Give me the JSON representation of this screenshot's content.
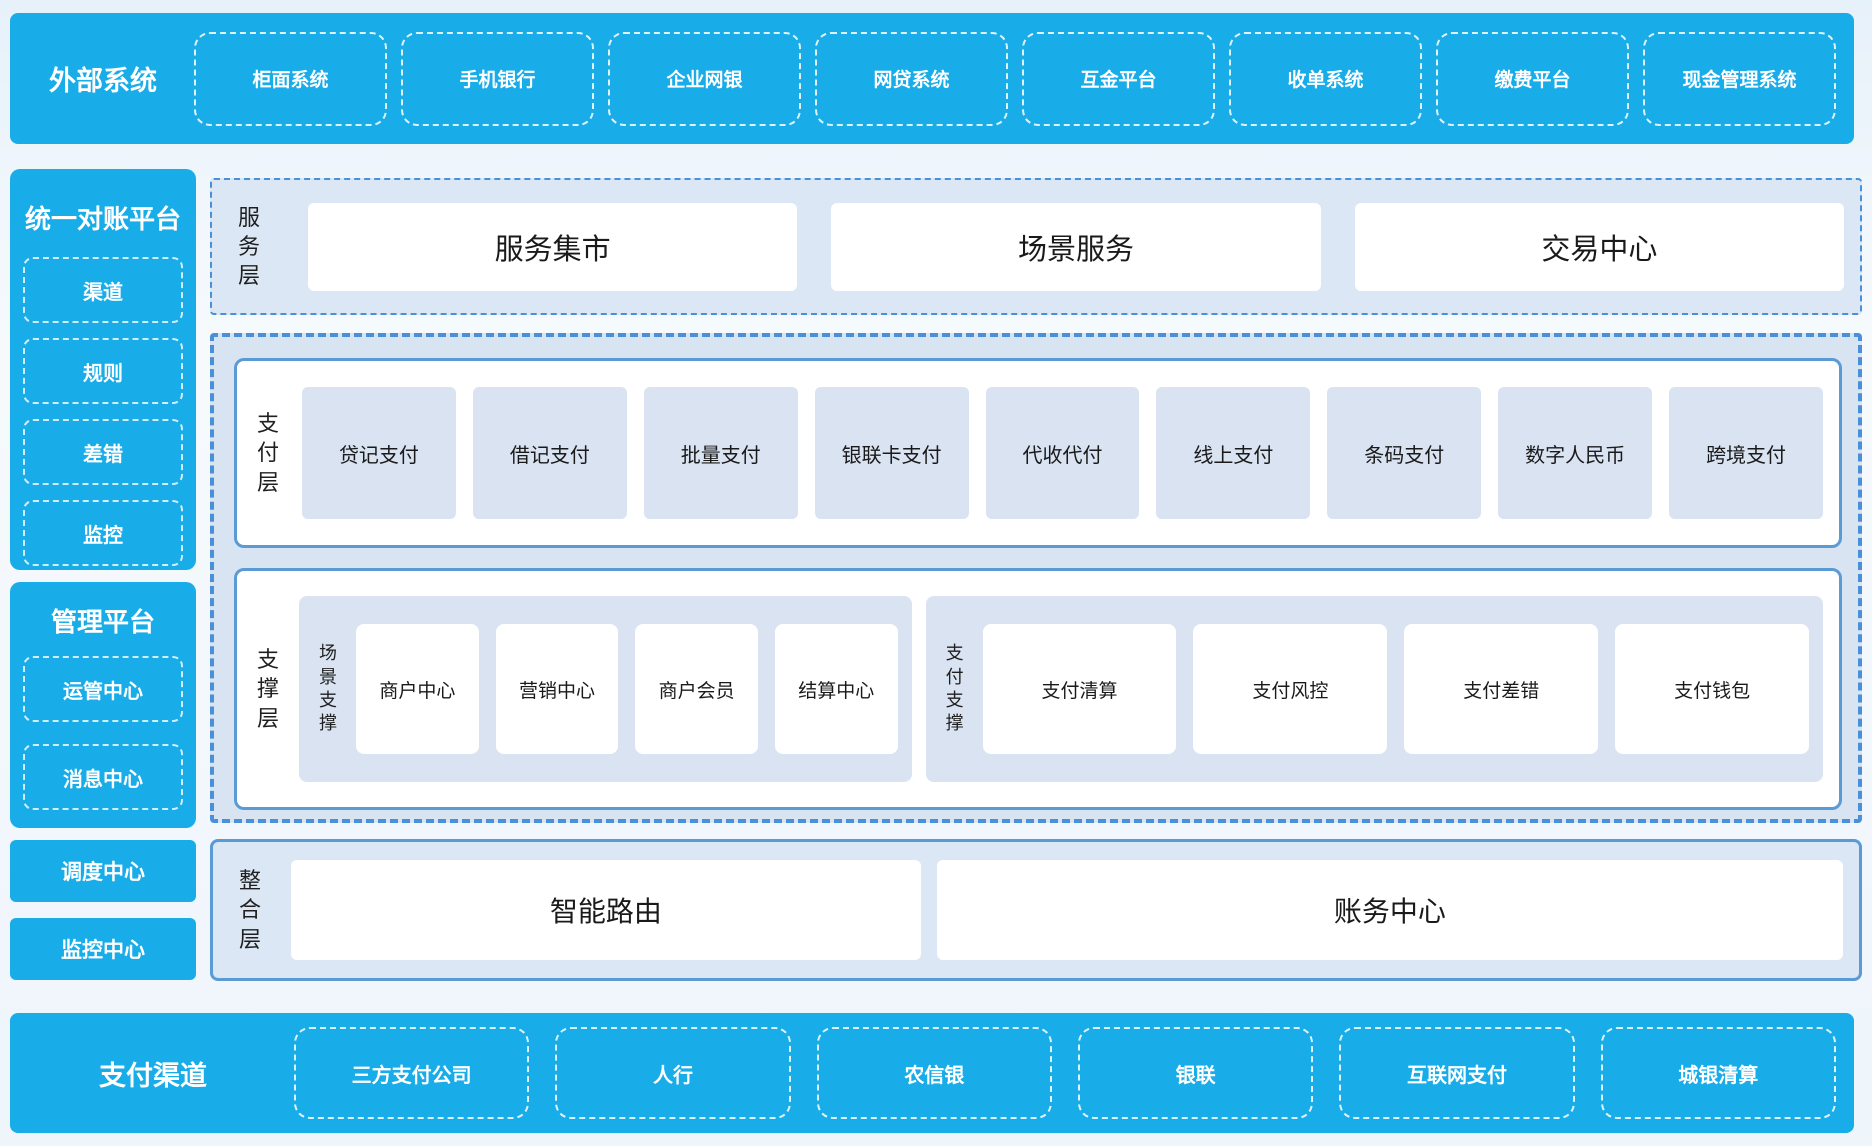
{
  "colors": {
    "brand_blue": "#18ace8",
    "dashed_outline_blue": "#4a90d8",
    "panel_border_blue": "#5b9bd5",
    "layer_fill": "#dce7f5",
    "item_fill": "#d9e3f2",
    "text_dark": "#1a1a1a",
    "text_white": "#ffffff"
  },
  "top_bar": {
    "title": "外部系统",
    "items": [
      "柜面系统",
      "手机银行",
      "企业网银",
      "网贷系统",
      "互金平台",
      "收单系统",
      "缴费平台",
      "现金管理系统"
    ]
  },
  "sidebar": {
    "reconciliation": {
      "title": "统一对账平台",
      "items": [
        "渠道",
        "规则",
        "差错",
        "监控"
      ]
    },
    "management": {
      "title": "管理平台",
      "items": [
        "运管中心",
        "消息中心"
      ]
    },
    "dispatch_center": "调度中心",
    "monitoring_center": "监控中心"
  },
  "service_layer": {
    "label": "服务层",
    "items": [
      "服务集市",
      "场景服务",
      "交易中心"
    ]
  },
  "payment_layer": {
    "label": "支付层",
    "items": [
      "贷记支付",
      "借记支付",
      "批量支付",
      "银联卡支付",
      "代收代付",
      "线上支付",
      "条码支付",
      "数字人民币",
      "跨境支付"
    ]
  },
  "support_layer": {
    "label": "支撑层",
    "groups": [
      {
        "label": "场景支撑",
        "items": [
          "商户中心",
          "营销中心",
          "商户会员",
          "结算中心"
        ]
      },
      {
        "label": "支付支撑",
        "items": [
          "支付清算",
          "支付风控",
          "支付差错",
          "支付钱包"
        ]
      }
    ]
  },
  "integration_layer": {
    "label": "整合层",
    "items": [
      "智能路由",
      "账务中心"
    ]
  },
  "bottom_bar": {
    "title": "支付渠道",
    "items": [
      "三方支付公司",
      "人行",
      "农信银",
      "银联",
      "互联网支付",
      "城银清算"
    ]
  }
}
